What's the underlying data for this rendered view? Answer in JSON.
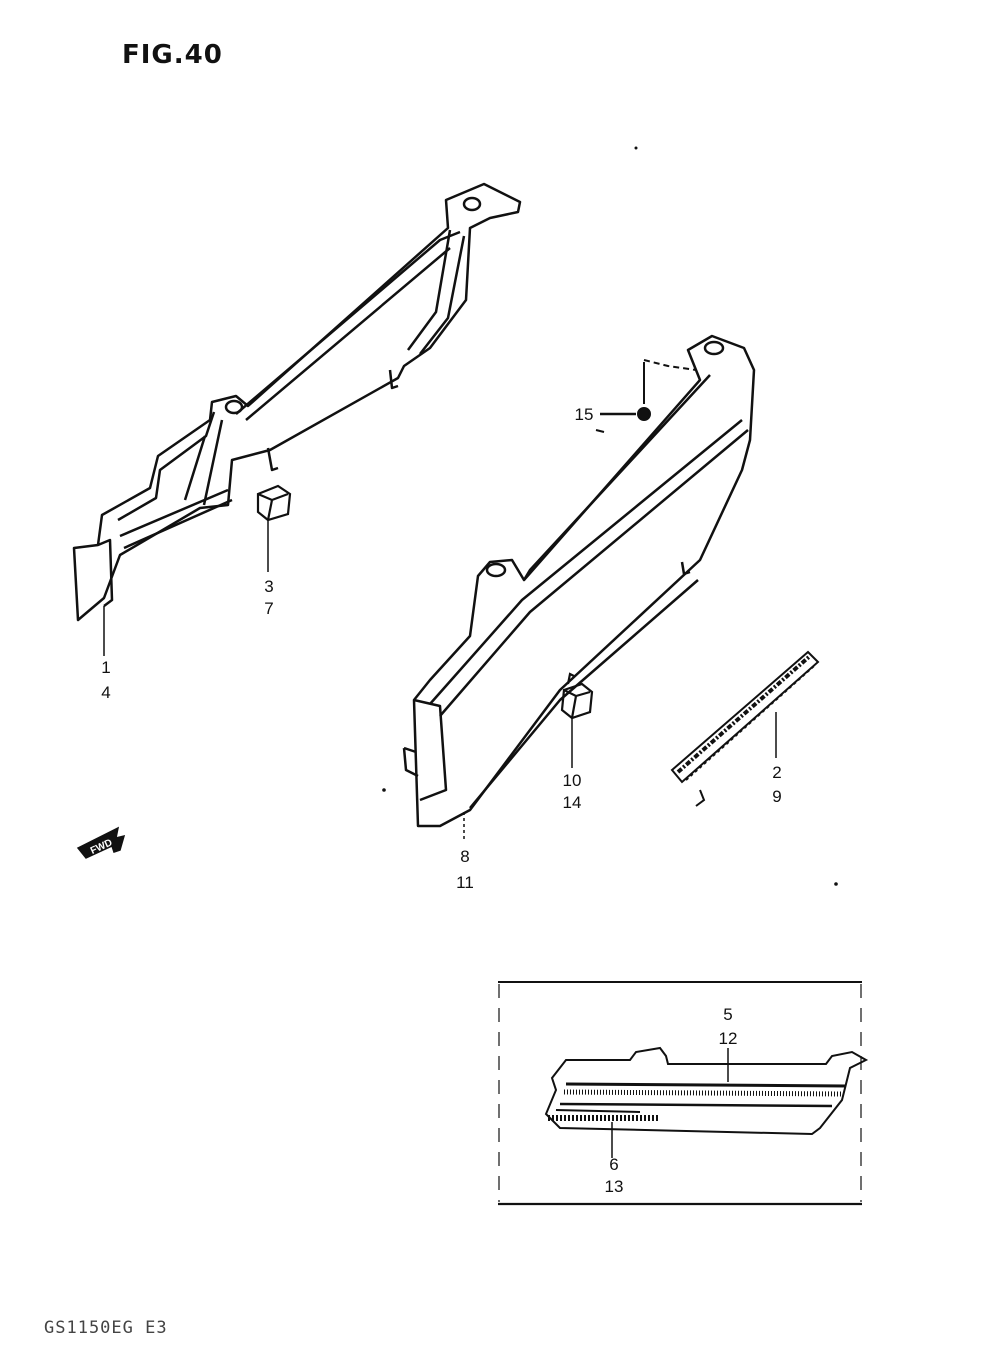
{
  "figure": {
    "title": "FIG.40",
    "footer_code": "GS1150EG E3",
    "fwd_label": "FWD"
  },
  "callouts": {
    "frame_a": "1",
    "frame_b": "4",
    "grommet_left_a": "3",
    "grommet_left_b": "7",
    "screw": "15",
    "cover_a": "8",
    "cover_b": "11",
    "grommet_right_a": "10",
    "grommet_right_b": "14",
    "emblem_a": "2",
    "emblem_b": "9",
    "inset_top_a": "5",
    "inset_top_b": "12",
    "inset_bottom_a": "6",
    "inset_bottom_b": "13"
  }
}
